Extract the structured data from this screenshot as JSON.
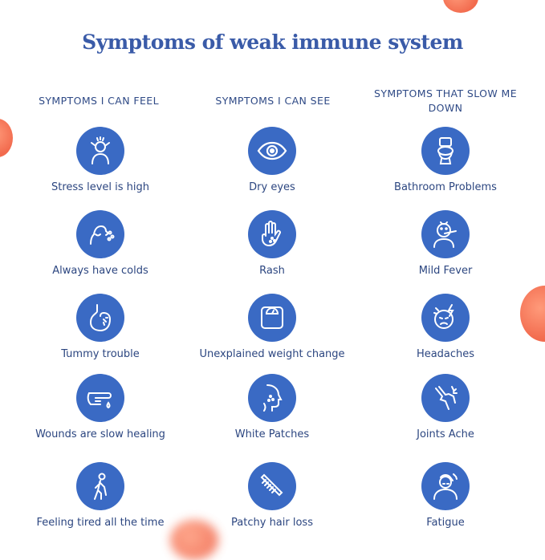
{
  "title": "Symptoms of weak immune system",
  "columns": [
    {
      "heading": "SYMPTOMS I CAN FEEL",
      "items": [
        {
          "label": "Stress level is high",
          "icon": "stressed-person-icon"
        },
        {
          "label": "Always have colds",
          "icon": "sneezing-person-icon"
        },
        {
          "label": "Tummy trouble",
          "icon": "stomach-icon"
        },
        {
          "label": "Wounds are slow healing",
          "icon": "bleeding-finger-icon"
        },
        {
          "label": "Feeling tired all the time",
          "icon": "tired-walking-person-icon"
        }
      ]
    },
    {
      "heading": "SYMPTOMS I CAN SEE",
      "items": [
        {
          "label": "Dry eyes",
          "icon": "eye-icon"
        },
        {
          "label": "Rash",
          "icon": "hand-rash-icon"
        },
        {
          "label": "Unexplained weight change",
          "icon": "weighing-scale-icon"
        },
        {
          "label": "White Patches",
          "icon": "face-patches-icon"
        },
        {
          "label": "Patchy hair loss",
          "icon": "comb-icon"
        }
      ]
    },
    {
      "heading": "SYMPTOMS THAT SLOW ME DOWN",
      "items": [
        {
          "label": "Bathroom Problems",
          "icon": "toilet-icon"
        },
        {
          "label": "Mild Fever",
          "icon": "thermometer-person-icon"
        },
        {
          "label": "Headaches",
          "icon": "headache-face-icon"
        },
        {
          "label": "Joints Ache",
          "icon": "knee-joint-icon"
        },
        {
          "label": "Fatigue",
          "icon": "fatigued-person-icon"
        }
      ]
    }
  ],
  "colors": {
    "accent": "#3a6ac4",
    "title": "#3a5ba8",
    "decor": "#f26b4e"
  }
}
